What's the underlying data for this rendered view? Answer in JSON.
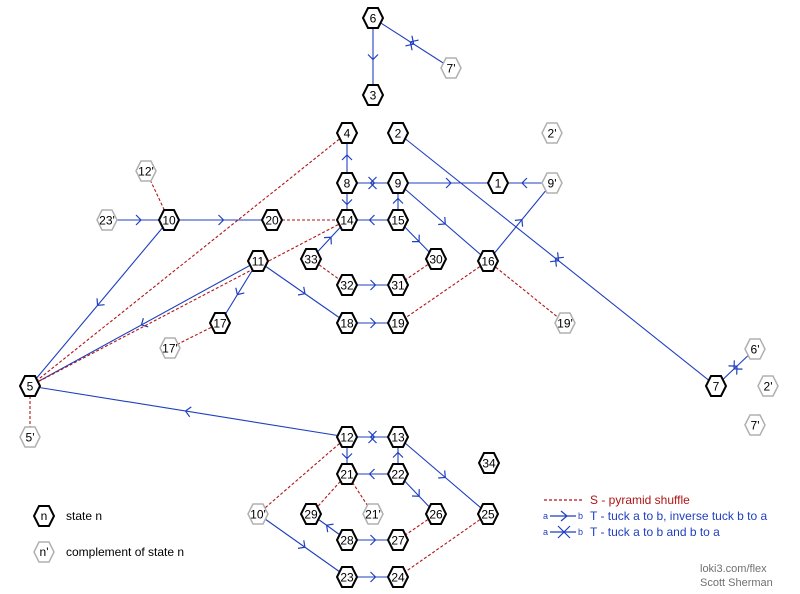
{
  "colors": {
    "tuck": "#1f3fbf",
    "shuffle": "#b01515",
    "state_stroke": "#000000",
    "complement_stroke": "#b0b0b0",
    "complement_text": "#000000",
    "credit": "#707070"
  },
  "states": [
    {
      "id": "6",
      "complement": false
    },
    {
      "id": "7'",
      "complement": true
    },
    {
      "id": "3",
      "complement": false
    },
    {
      "id": "4",
      "complement": false
    },
    {
      "id": "2",
      "complement": false
    },
    {
      "id": "2'",
      "complement": true
    },
    {
      "id": "12'",
      "complement": true
    },
    {
      "id": "8",
      "complement": false
    },
    {
      "id": "9",
      "complement": false
    },
    {
      "id": "1",
      "complement": false
    },
    {
      "id": "9'",
      "complement": true
    },
    {
      "id": "23'",
      "complement": true
    },
    {
      "id": "10",
      "complement": false
    },
    {
      "id": "20",
      "complement": false
    },
    {
      "id": "14",
      "complement": false
    },
    {
      "id": "15",
      "complement": false
    },
    {
      "id": "11",
      "complement": false
    },
    {
      "id": "33",
      "complement": false
    },
    {
      "id": "30",
      "complement": false
    },
    {
      "id": "16",
      "complement": false
    },
    {
      "id": "32",
      "complement": false
    },
    {
      "id": "31",
      "complement": false
    },
    {
      "id": "17",
      "complement": false
    },
    {
      "id": "18",
      "complement": false
    },
    {
      "id": "19",
      "complement": false
    },
    {
      "id": "19'",
      "complement": true
    },
    {
      "id": "17'",
      "complement": true
    },
    {
      "id": "6'",
      "complement": true
    },
    {
      "id": "5",
      "complement": false
    },
    {
      "id": "7",
      "complement": false
    },
    {
      "id": "2'b",
      "label": "2'",
      "complement": true
    },
    {
      "id": "5'",
      "complement": true
    },
    {
      "id": "7'b",
      "label": "7'",
      "complement": true
    },
    {
      "id": "12",
      "complement": false
    },
    {
      "id": "13",
      "complement": false
    },
    {
      "id": "34",
      "complement": false
    },
    {
      "id": "21",
      "complement": false
    },
    {
      "id": "22",
      "complement": false
    },
    {
      "id": "10'",
      "complement": true
    },
    {
      "id": "29",
      "complement": false
    },
    {
      "id": "21'",
      "complement": true
    },
    {
      "id": "26",
      "complement": false
    },
    {
      "id": "25",
      "complement": false
    },
    {
      "id": "28",
      "complement": false
    },
    {
      "id": "27",
      "complement": false
    },
    {
      "id": "23",
      "complement": false
    },
    {
      "id": "24",
      "complement": false
    }
  ],
  "edges": [
    {
      "from": "6",
      "to": "3",
      "kind": "tuck"
    },
    {
      "from": "6",
      "to": "7'",
      "kind": "both"
    },
    {
      "from": "8",
      "to": "4",
      "kind": "tuck"
    },
    {
      "from": "8",
      "to": "9",
      "kind": "both"
    },
    {
      "from": "8",
      "to": "14",
      "kind": "tuck"
    },
    {
      "from": "9",
      "to": "1",
      "kind": "tuck"
    },
    {
      "from": "9",
      "to": "16",
      "kind": "tuck"
    },
    {
      "from": "9'",
      "to": "1",
      "kind": "tuck"
    },
    {
      "from": "16",
      "to": "9'",
      "kind": "tuck"
    },
    {
      "from": "2",
      "to": "7",
      "kind": "both"
    },
    {
      "from": "10",
      "to": "20",
      "kind": "tuck"
    },
    {
      "from": "10",
      "to": "5",
      "kind": "tuck"
    },
    {
      "from": "15",
      "to": "14",
      "kind": "tuck"
    },
    {
      "from": "15",
      "to": "9",
      "kind": "tuck"
    },
    {
      "from": "15",
      "to": "30",
      "kind": "tuck"
    },
    {
      "from": "33",
      "to": "14",
      "kind": "tuck"
    },
    {
      "from": "32",
      "to": "31",
      "kind": "tuck"
    },
    {
      "from": "11",
      "to": "5",
      "kind": "tuck"
    },
    {
      "from": "11",
      "to": "17",
      "kind": "tuck"
    },
    {
      "from": "11",
      "to": "18",
      "kind": "tuck"
    },
    {
      "from": "18",
      "to": "19",
      "kind": "tuck"
    },
    {
      "from": "7",
      "to": "6'",
      "kind": "both"
    },
    {
      "from": "12",
      "to": "5",
      "kind": "tuck"
    },
    {
      "from": "12",
      "to": "13",
      "kind": "both"
    },
    {
      "from": "12",
      "to": "21",
      "kind": "tuck"
    },
    {
      "from": "22",
      "to": "21",
      "kind": "tuck"
    },
    {
      "from": "22",
      "to": "13",
      "kind": "tuck"
    },
    {
      "from": "22",
      "to": "26",
      "kind": "tuck"
    },
    {
      "from": "13",
      "to": "25",
      "kind": "tuck"
    },
    {
      "from": "28",
      "to": "29",
      "kind": "tuck"
    },
    {
      "from": "28",
      "to": "27",
      "kind": "tuck"
    },
    {
      "from": "10'",
      "to": "23",
      "kind": "tuck"
    },
    {
      "from": "23",
      "to": "24",
      "kind": "tuck"
    },
    {
      "from": "12'",
      "to": "10",
      "kind": "shuffle"
    },
    {
      "from": "23'",
      "to": "10",
      "kind": "tuck"
    },
    {
      "from": "4",
      "to": "5",
      "kind": "shuffle"
    },
    {
      "from": "20",
      "to": "14",
      "kind": "shuffle"
    },
    {
      "from": "14",
      "to": "5",
      "kind": "shuffle"
    },
    {
      "from": "33",
      "to": "32",
      "kind": "shuffle"
    },
    {
      "from": "30",
      "to": "31",
      "kind": "shuffle"
    },
    {
      "from": "16",
      "to": "19",
      "kind": "shuffle"
    },
    {
      "from": "16",
      "to": "19'",
      "kind": "shuffle"
    },
    {
      "from": "17",
      "to": "17'",
      "kind": "shuffle"
    },
    {
      "from": "5",
      "to": "5'",
      "kind": "shuffle"
    },
    {
      "from": "12",
      "to": "10'",
      "kind": "shuffle"
    },
    {
      "from": "21",
      "to": "29",
      "kind": "shuffle"
    },
    {
      "from": "21",
      "to": "21'",
      "kind": "shuffle"
    },
    {
      "from": "26",
      "to": "27",
      "kind": "shuffle"
    },
    {
      "from": "25",
      "to": "24",
      "kind": "shuffle"
    }
  ],
  "legend": {
    "state_sample": "n",
    "state_label": "state n",
    "complement_sample": "n'",
    "complement_label": "complement of state n",
    "shuffle_label": "S - pyramid shuffle",
    "tuck_label": "T - tuck a to b, inverse tuck b to a",
    "both_label": "T - tuck a to b and b to a",
    "end_a": "a",
    "end_b": "b"
  },
  "credit": {
    "site": "loki3.com/flex",
    "author": "Scott Sherman"
  }
}
